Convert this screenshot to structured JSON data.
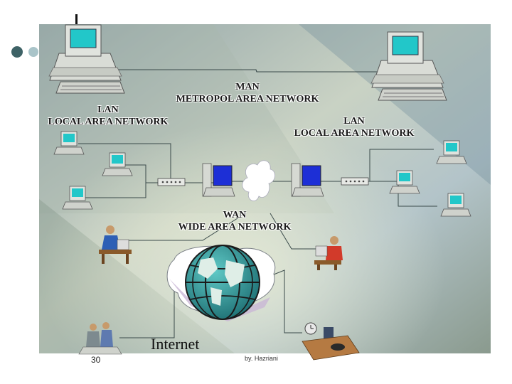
{
  "labels": {
    "man_title": "MAN",
    "man_subtitle": "METROPOL AREA NETWORK",
    "lan_left_title": "LAN",
    "lan_left_subtitle": "LOCAL AREA NETWORK",
    "lan_right_title": "LAN",
    "lan_right_subtitle": "LOCAL AREA NETWORK",
    "wan_title": "WAN",
    "wan_subtitle": "WIDE AREA NETWORK",
    "internet": "Internet"
  },
  "footer": {
    "page_number": "30",
    "author": "by. Hazriani"
  },
  "colors": {
    "background": "#aab9b8",
    "link_line": "#3a4a4a",
    "monitor_screen": "#22c7c9",
    "globe": "#2f8c8e",
    "cloud": "#ffffff"
  }
}
